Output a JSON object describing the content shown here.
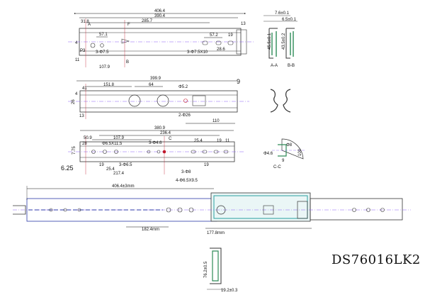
{
  "title": "DS76016LK2",
  "view1": {
    "dims": {
      "overall": "406.4",
      "d390": "390.4",
      "d285": "285.7",
      "d318": "31.8",
      "d57": "57.1",
      "d572": "57.2",
      "d13": "13",
      "d19": "19",
      "d286": "28.6",
      "hole_left": "3-Φ7.5",
      "slot": "3-Φ7.5X10",
      "d107": "107.9",
      "p3": "P3",
      "d11": "11",
      "left_gap": "4",
      "label_a": "A",
      "label_b": "B",
      "label_f": "F"
    }
  },
  "section_ab": {
    "top1": "7.6±0.1",
    "top2": "6.5±0.1",
    "h1": "45.5±0.1",
    "h2": "43.5±0.2",
    "label_a": "A-A",
    "label_b": "B-B"
  },
  "view2": {
    "dims": {
      "overall": "399.9",
      "d41": "41",
      "d151": "151.8",
      "d64": "64",
      "hole": "Φ5.2",
      "holes": "2-Φ26",
      "d110": "110",
      "d9": "9",
      "d13": "13",
      "d26": "26",
      "d4": "4"
    }
  },
  "view3": {
    "dims": {
      "overall": "380.9",
      "d236": "236.4",
      "d107": "107.9",
      "d50": "50.9",
      "d28": "28",
      "d19a": "19",
      "d11": "11",
      "d25a": "25.4",
      "slot": "Φ6.5X11.5",
      "hole46": "3-Φ4.6",
      "d775": "7.75",
      "hole65": "3-Φ6.5",
      "d254": "25.4",
      "d217": "217.4",
      "d19b": "19",
      "d19c": "19",
      "hole8": "3-Φ8",
      "slot2": "4-Φ6.5X9.5",
      "d625": "6.25",
      "label_c": "C"
    }
  },
  "section_c": {
    "label": "C-C",
    "d46": "Φ4.6",
    "d8": "Φ8",
    "d9": "9",
    "d100": "100"
  },
  "assembly": {
    "overall": "406.4±3mm",
    "travel1": "182.4mm",
    "travel2": "177.8mm"
  },
  "profile": {
    "height": "76.2±0.5",
    "width": "19.2±0.3"
  }
}
